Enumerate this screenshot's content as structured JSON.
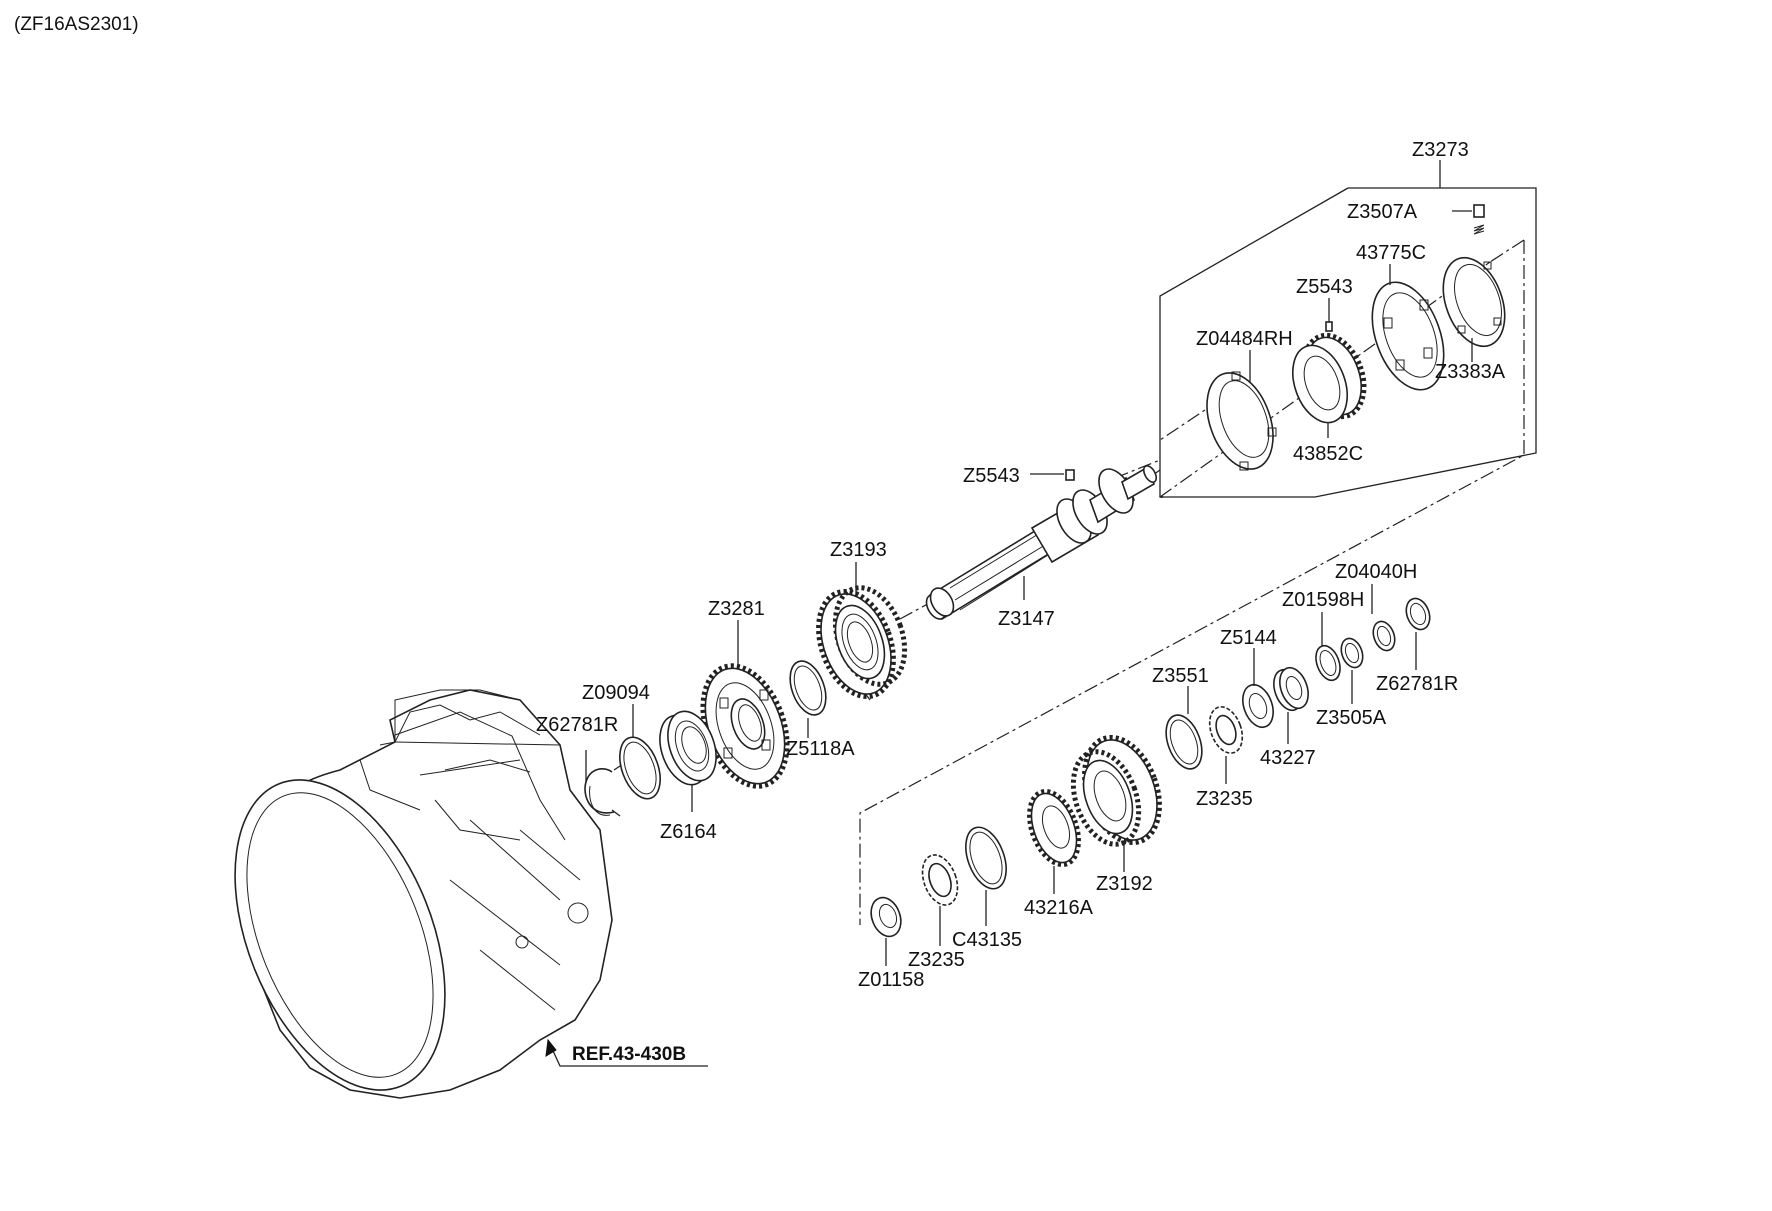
{
  "header": {
    "code": "(ZF16AS2301)"
  },
  "reference": {
    "text": "REF.43-430B"
  },
  "parts": [
    {
      "id": "p-z3273",
      "label": "Z3273"
    },
    {
      "id": "p-z3507a",
      "label": "Z3507A"
    },
    {
      "id": "p-43775c",
      "label": "43775C"
    },
    {
      "id": "p-z5543-top",
      "label": "Z5543"
    },
    {
      "id": "p-z04484rh",
      "label": "Z04484RH"
    },
    {
      "id": "p-z3383a",
      "label": "Z3383A"
    },
    {
      "id": "p-43852c",
      "label": "43852C"
    },
    {
      "id": "p-z5543-mid",
      "label": "Z5543"
    },
    {
      "id": "p-z3193",
      "label": "Z3193"
    },
    {
      "id": "p-z3147",
      "label": "Z3147"
    },
    {
      "id": "p-z3281",
      "label": "Z3281"
    },
    {
      "id": "p-z09094",
      "label": "Z09094"
    },
    {
      "id": "p-z62781r-left",
      "label": "Z62781R"
    },
    {
      "id": "p-z5118a",
      "label": "Z5118A"
    },
    {
      "id": "p-z6164",
      "label": "Z6164"
    },
    {
      "id": "p-z04040h",
      "label": "Z04040H"
    },
    {
      "id": "p-z01598h",
      "label": "Z01598H"
    },
    {
      "id": "p-z5144",
      "label": "Z5144"
    },
    {
      "id": "p-z3551",
      "label": "Z3551"
    },
    {
      "id": "p-z62781r-right",
      "label": "Z62781R"
    },
    {
      "id": "p-z3505a",
      "label": "Z3505A"
    },
    {
      "id": "p-43227",
      "label": "43227"
    },
    {
      "id": "p-z3235-upper",
      "label": "Z3235"
    },
    {
      "id": "p-z3192",
      "label": "Z3192"
    },
    {
      "id": "p-43216a",
      "label": "43216A"
    },
    {
      "id": "p-c43135",
      "label": "C43135"
    },
    {
      "id": "p-z3235-lower",
      "label": "Z3235"
    },
    {
      "id": "p-z01158",
      "label": "Z01158"
    }
  ]
}
